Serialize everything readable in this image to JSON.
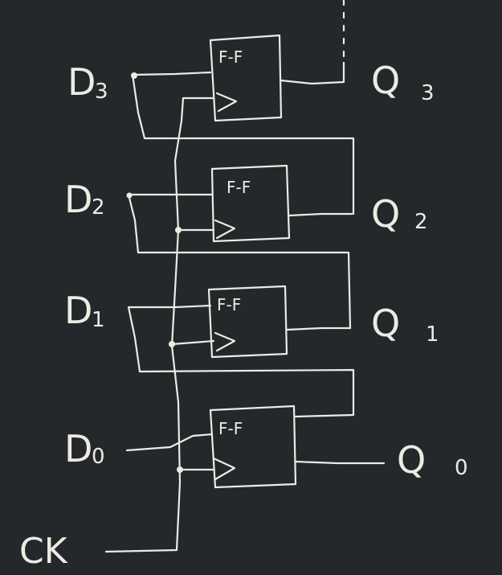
{
  "inputs": [
    {
      "letter": "D",
      "sub": "3"
    },
    {
      "letter": "D",
      "sub": "2"
    },
    {
      "letter": "D",
      "sub": "1"
    },
    {
      "letter": "D",
      "sub": "0"
    }
  ],
  "outputs": [
    {
      "letter": "Q",
      "sub": "3"
    },
    {
      "letter": "Q",
      "sub": "2"
    },
    {
      "letter": "Q",
      "sub": "1"
    },
    {
      "letter": "Q",
      "sub": "0"
    }
  ],
  "flipflops": [
    {
      "label": "F-F"
    },
    {
      "label": "F-F"
    },
    {
      "label": "F-F"
    },
    {
      "label": "F-F"
    }
  ],
  "clock": {
    "label": "CK"
  },
  "colors": {
    "background": "#25282a",
    "ink": "#ecebe4"
  }
}
